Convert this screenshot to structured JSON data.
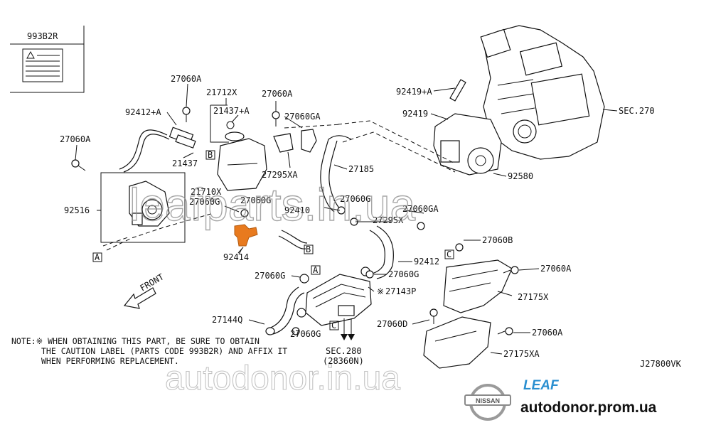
{
  "labels": {
    "caution_label_code": "993B2R",
    "p27060a_1": "27060A",
    "p21712x": "21712X",
    "p92412a": "92412+A",
    "p21437a": "21437+A",
    "p27060a_2": "27060A",
    "p27060a_3": "27060A",
    "p27060ga_1": "27060GA",
    "p92419a": "92419+A",
    "p92419": "92419",
    "sec270": "SEC.270",
    "p21437": "21437",
    "p27295xa": "27295XA",
    "p27185": "27185",
    "p92580": "92580",
    "p21710x": "21710X",
    "p27060g_1": "27060G",
    "p27060g_2": "27060G",
    "p92516": "92516",
    "p92410": "92410",
    "p27060g_3": "27060G",
    "p27060ga_2": "27060GA",
    "p27295x": "27295X",
    "p92414": "92414",
    "p27060b": "27060B",
    "p92412": "92412",
    "p27060a_4": "27060A",
    "p27060g_4": "27060G",
    "p27060g_5": "27060G",
    "p27143p": "27143P",
    "p27175x": "27175X",
    "p27144q": "27144Q",
    "p27060d": "27060D",
    "p27060a_5": "27060A",
    "p27060g_6": "27060G",
    "sec280": "SEC.280",
    "sec280_code": "(28360N)",
    "p27175xa": "27175XA",
    "front": "FRONT",
    "ref_a": "A",
    "ref_b": "B",
    "ref_c": "C",
    "diagram_code": "J27800VK",
    "asterisk": "※"
  },
  "note": {
    "line1": "NOTE:※ WHEN OBTAINING THIS PART, BE SURE TO OBTAIN",
    "line2": "THE CAUTION LABEL (PARTS CODE 993B2R) AND AFFIX IT",
    "line3": "WHEN PERFORMING REPLACEMENT."
  },
  "watermarks": {
    "main": "leafparts.in.ua",
    "secondary": "autodonor.in.ua"
  },
  "branding": {
    "logo_text": "NISSAN",
    "model": "LEAF",
    "site": "autodonor.prom.ua",
    "model_color": "#2a8fd0",
    "highlight_color": "#e87a1e"
  }
}
